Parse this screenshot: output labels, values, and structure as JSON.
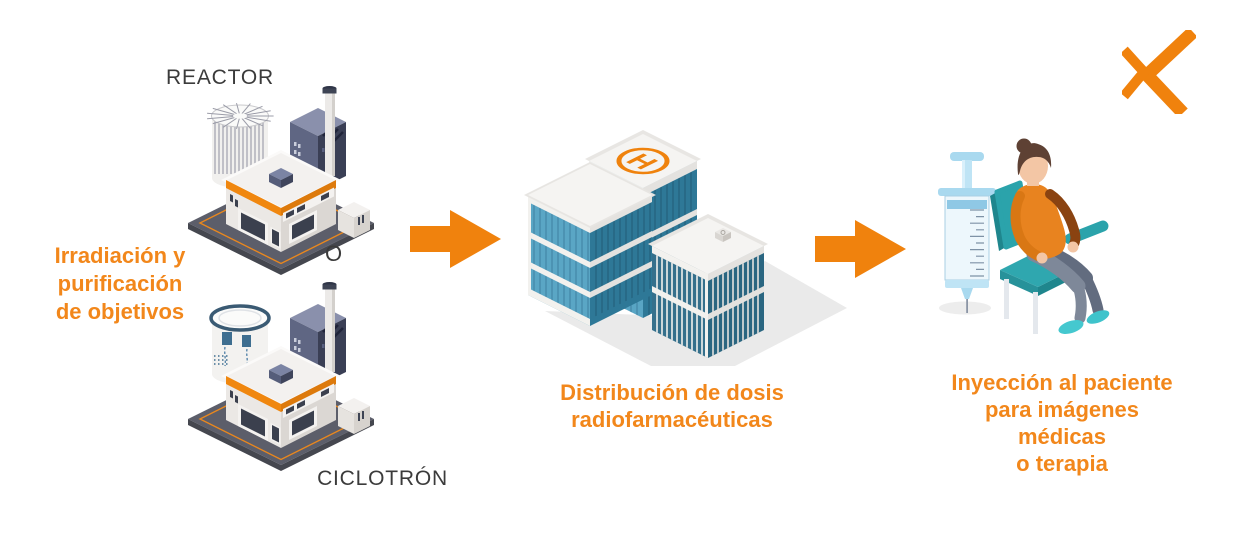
{
  "page": {
    "background_color": "#ffffff",
    "accent_color": "#f0820d",
    "caption_color": "#f2871b",
    "label_color": "#3b3b3b"
  },
  "stages": {
    "production": {
      "reactor_label": "REACTOR",
      "or_label": "O",
      "cyclotron_label": "CICLOTRÓN",
      "caption_line1": "Irradiación y",
      "caption_line2": "purificación",
      "caption_line3": "de objetivos"
    },
    "distribution": {
      "helipad_letter": "H",
      "caption_line1": "Distribución de dosis",
      "caption_line2": "radiofarmacéuticas"
    },
    "injection": {
      "caption_line1": "Inyección al paciente",
      "caption_line2": "para imágenes médicas",
      "caption_line3": "o terapia"
    }
  }
}
